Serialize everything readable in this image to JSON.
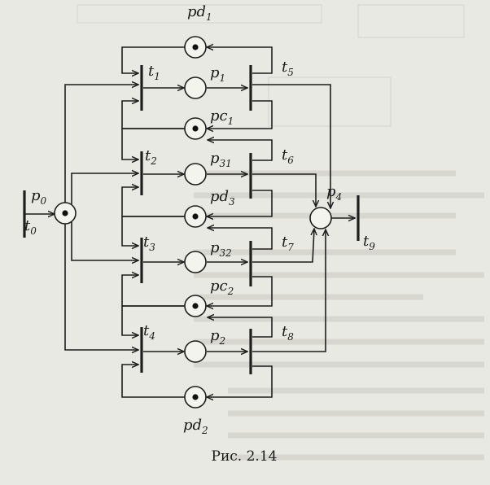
{
  "caption": "Рис. 2.14",
  "places": [
    {
      "id": "pd1",
      "label": "pd",
      "sub": "1",
      "tokens": 1
    },
    {
      "id": "p1",
      "label": "p",
      "sub": "1",
      "tokens": 0
    },
    {
      "id": "pc1",
      "label": "pc",
      "sub": "1",
      "tokens": 1
    },
    {
      "id": "p31",
      "label": "p",
      "sub": "31",
      "tokens": 0
    },
    {
      "id": "pd3",
      "label": "pd",
      "sub": "3",
      "tokens": 1
    },
    {
      "id": "p32",
      "label": "p",
      "sub": "32",
      "tokens": 0
    },
    {
      "id": "pc2",
      "label": "pc",
      "sub": "2",
      "tokens": 1
    },
    {
      "id": "p2",
      "label": "p",
      "sub": "2",
      "tokens": 0
    },
    {
      "id": "pd2",
      "label": "pd",
      "sub": "2",
      "tokens": 1
    },
    {
      "id": "p0",
      "label": "p",
      "sub": "0",
      "tokens": 1
    },
    {
      "id": "p4",
      "label": "p",
      "sub": "4",
      "tokens": 0
    }
  ],
  "transitions": [
    {
      "id": "t0",
      "label": "t",
      "sub": "0"
    },
    {
      "id": "t1",
      "label": "t",
      "sub": "1"
    },
    {
      "id": "t2",
      "label": "t",
      "sub": "2"
    },
    {
      "id": "t3",
      "label": "t",
      "sub": "3"
    },
    {
      "id": "t4",
      "label": "t",
      "sub": "4"
    },
    {
      "id": "t5",
      "label": "t",
      "sub": "5"
    },
    {
      "id": "t6",
      "label": "t",
      "sub": "6"
    },
    {
      "id": "t7",
      "label": "t",
      "sub": "7"
    },
    {
      "id": "t8",
      "label": "t",
      "sub": "8"
    },
    {
      "id": "t9",
      "label": "t",
      "sub": "9"
    }
  ],
  "arcs": [
    {
      "from": "t0",
      "to": "p0"
    },
    {
      "from": "p0",
      "to": "t1"
    },
    {
      "from": "p0",
      "to": "t2"
    },
    {
      "from": "p0",
      "to": "t3"
    },
    {
      "from": "p0",
      "to": "t4"
    },
    {
      "from": "pd1",
      "to": "t1"
    },
    {
      "from": "pc1",
      "to": "t1"
    },
    {
      "from": "t1",
      "to": "p1"
    },
    {
      "from": "p1",
      "to": "t5"
    },
    {
      "from": "t5",
      "to": "pd1"
    },
    {
      "from": "t5",
      "to": "pc1"
    },
    {
      "from": "pc1",
      "to": "t2"
    },
    {
      "from": "pd3",
      "to": "t2"
    },
    {
      "from": "t2",
      "to": "p31"
    },
    {
      "from": "p31",
      "to": "t6"
    },
    {
      "from": "t6",
      "to": "pc1"
    },
    {
      "from": "t6",
      "to": "pd3"
    },
    {
      "from": "pd3",
      "to": "t3"
    },
    {
      "from": "pc2",
      "to": "t3"
    },
    {
      "from": "t3",
      "to": "p32"
    },
    {
      "from": "p32",
      "to": "t7"
    },
    {
      "from": "t7",
      "to": "pd3"
    },
    {
      "from": "t7",
      "to": "pc2"
    },
    {
      "from": "pc2",
      "to": "t4"
    },
    {
      "from": "pd2",
      "to": "t4"
    },
    {
      "from": "t4",
      "to": "p2"
    },
    {
      "from": "p2",
      "to": "t8"
    },
    {
      "from": "t8",
      "to": "pc2"
    },
    {
      "from": "t8",
      "to": "pd2"
    },
    {
      "from": "t5",
      "to": "p4"
    },
    {
      "from": "t6",
      "to": "p4"
    },
    {
      "from": "t7",
      "to": "p4"
    },
    {
      "from": "t8",
      "to": "p4"
    },
    {
      "from": "p4",
      "to": "t9"
    }
  ]
}
